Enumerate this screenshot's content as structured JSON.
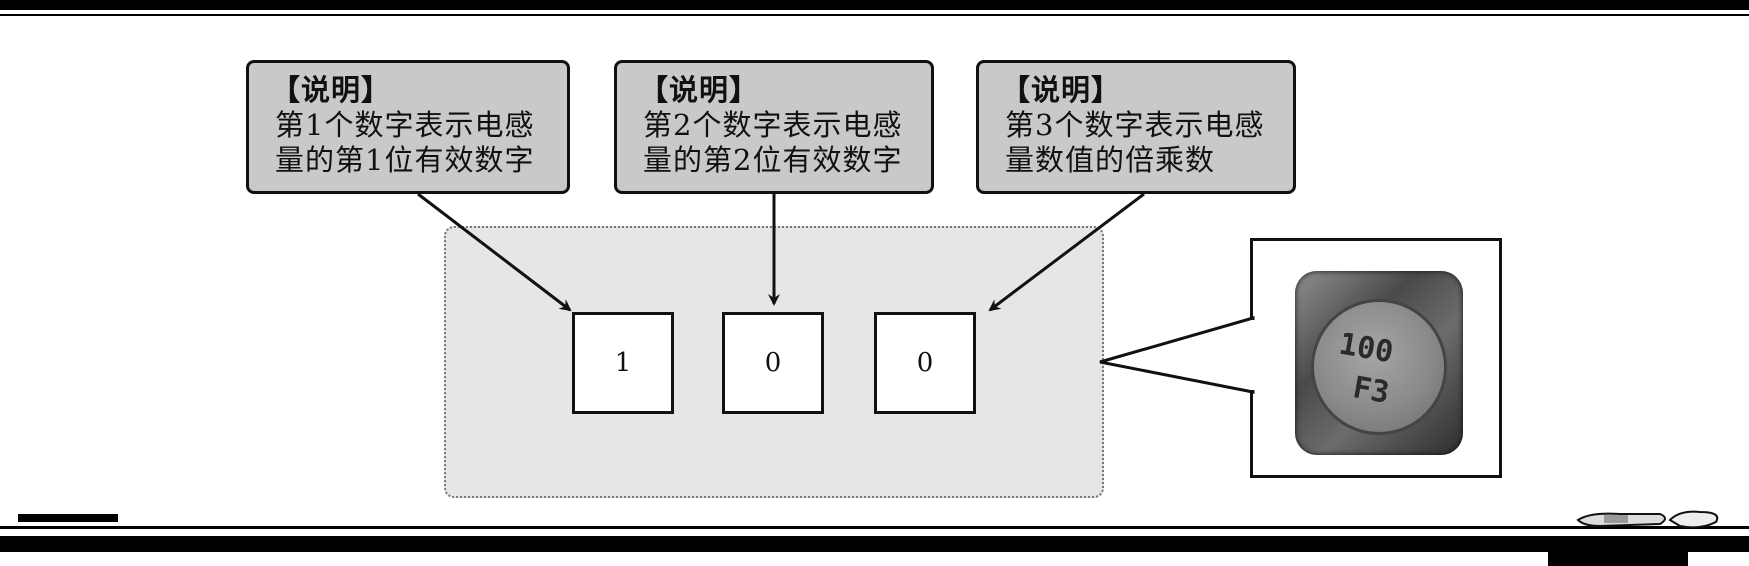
{
  "callouts": [
    {
      "title": "【说明】",
      "lines": [
        "第1个数字表示电感",
        "量的第1位有效数字"
      ]
    },
    {
      "title": "【说明】",
      "lines": [
        "第2个数字表示电感",
        "量的第2位有效数字"
      ]
    },
    {
      "title": "【说明】",
      "lines": [
        "第3个数字表示电感",
        "量数值的倍乘数"
      ]
    }
  ],
  "digits": [
    "1",
    "0",
    "0"
  ],
  "photo": {
    "marking_line1": "100",
    "marking_line2": "F3"
  }
}
